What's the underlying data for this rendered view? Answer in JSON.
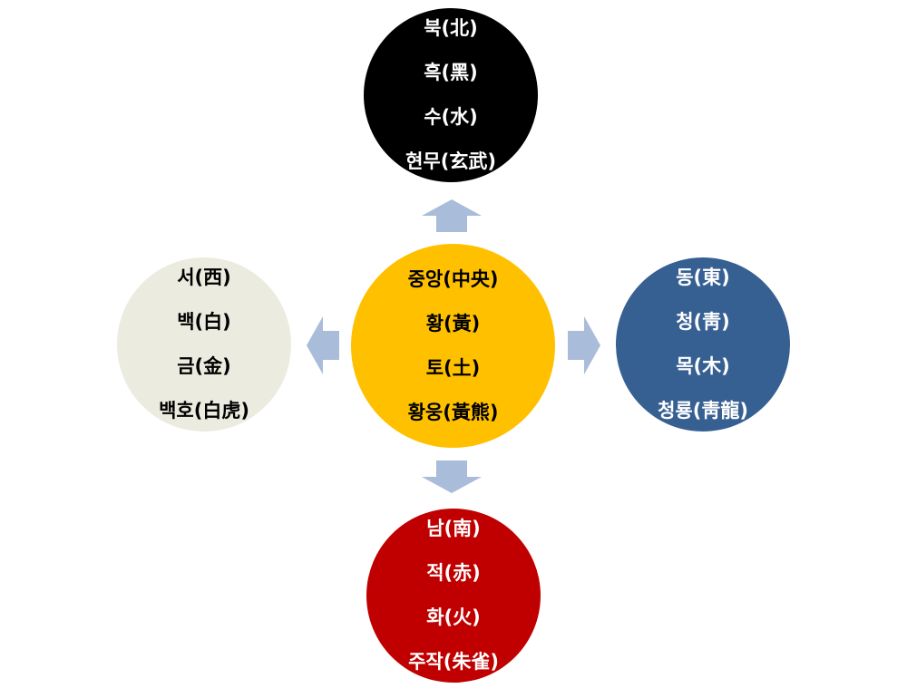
{
  "colors": {
    "north": "#000000",
    "west": "#ecebe0",
    "center": "#ffc000",
    "east": "#376092",
    "south": "#c00000",
    "arrow": "#a9bcd9"
  },
  "north": {
    "lines": [
      "북(北)",
      "흑(黑)",
      "수(水)",
      "현무(玄武)"
    ]
  },
  "west": {
    "lines": [
      "서(西)",
      "백(白)",
      "금(金)",
      "백호(白虎)"
    ]
  },
  "center": {
    "lines": [
      "중앙(中央)",
      "황(黃)",
      "토(土)",
      "황웅(黃熊)"
    ]
  },
  "east": {
    "lines": [
      "동(東)",
      "청(靑)",
      "목(木)",
      "청룡(靑龍)"
    ]
  },
  "south": {
    "lines": [
      "남(南)",
      "적(赤)",
      "화(火)",
      "주작(朱雀)"
    ]
  }
}
